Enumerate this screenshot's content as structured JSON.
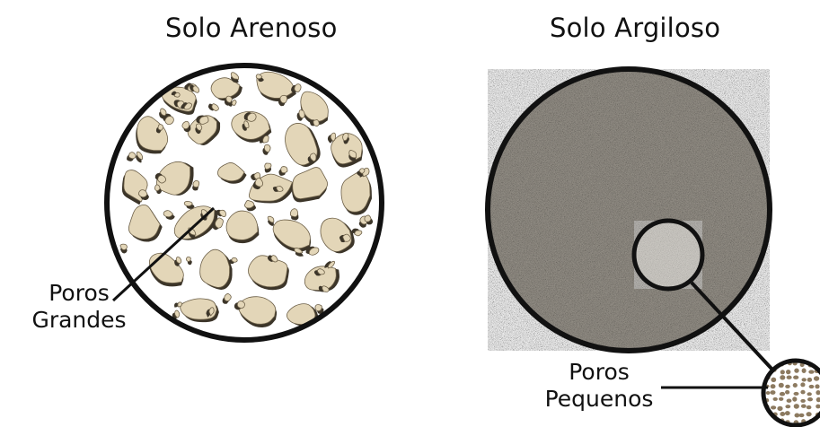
{
  "titles": {
    "sandy": "Solo Arenoso",
    "clay": "Solo Argiloso"
  },
  "callouts": {
    "large_pores": [
      "Poros",
      "Grandes"
    ],
    "small_pores": [
      "Poros",
      "Pequenos"
    ]
  },
  "colors": {
    "outline": "#111111",
    "sand_grain": "#e3d6b8",
    "sand_shadow": "#3c3529",
    "clay_fill": "#9a958c",
    "clay_zoom_fill": "#d6d3cd",
    "pore_dot": "#8c7a60"
  }
}
